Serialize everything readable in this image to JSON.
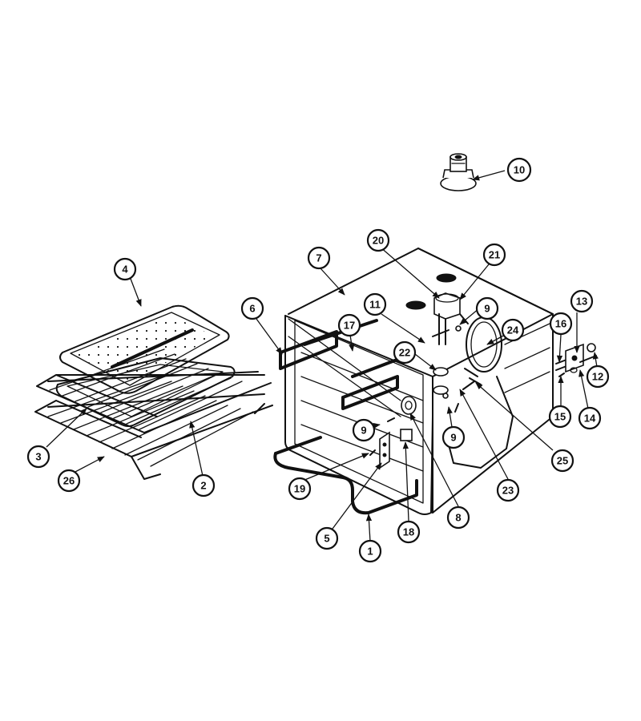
{
  "callouts": [
    {
      "id": "c1",
      "label": "1"
    },
    {
      "id": "c2",
      "label": "2"
    },
    {
      "id": "c3",
      "label": "3"
    },
    {
      "id": "c4",
      "label": "4"
    },
    {
      "id": "c5",
      "label": "5"
    },
    {
      "id": "c6",
      "label": "6"
    },
    {
      "id": "c7",
      "label": "7"
    },
    {
      "id": "c8",
      "label": "8"
    },
    {
      "id": "c9a",
      "label": "9"
    },
    {
      "id": "c9b",
      "label": "9"
    },
    {
      "id": "c9c",
      "label": "9"
    },
    {
      "id": "c10",
      "label": "10"
    },
    {
      "id": "c11",
      "label": "11"
    },
    {
      "id": "c12",
      "label": "12"
    },
    {
      "id": "c13",
      "label": "13"
    },
    {
      "id": "c14",
      "label": "14"
    },
    {
      "id": "c15",
      "label": "15"
    },
    {
      "id": "c16",
      "label": "16"
    },
    {
      "id": "c17",
      "label": "17"
    },
    {
      "id": "c18",
      "label": "18"
    },
    {
      "id": "c19",
      "label": "19"
    },
    {
      "id": "c20",
      "label": "20"
    },
    {
      "id": "c21",
      "label": "21"
    },
    {
      "id": "c22",
      "label": "22"
    },
    {
      "id": "c23",
      "label": "23"
    },
    {
      "id": "c24",
      "label": "24"
    },
    {
      "id": "c25",
      "label": "25"
    },
    {
      "id": "c26",
      "label": "26"
    }
  ]
}
